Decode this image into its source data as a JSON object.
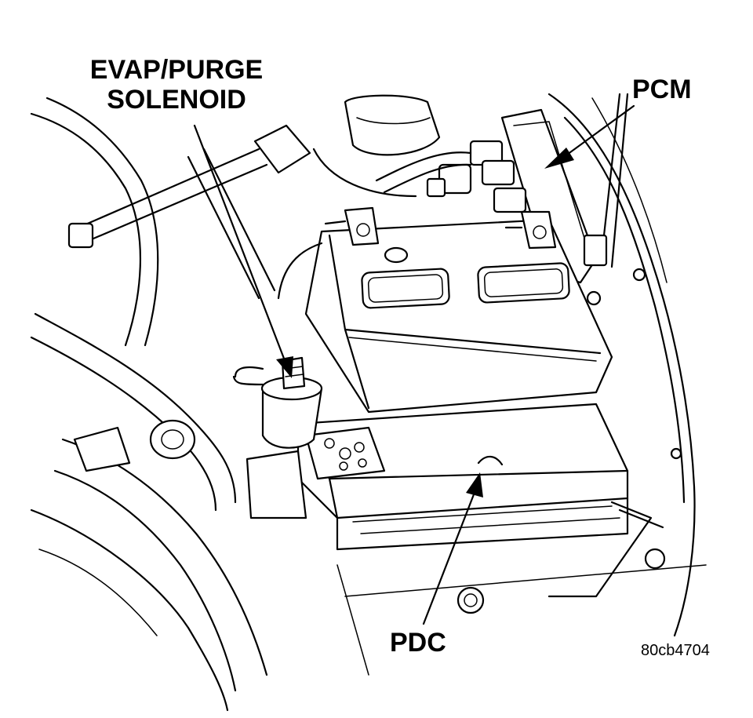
{
  "labels": {
    "evap_line1": "EVAP/PURGE",
    "evap_line2": "SOLENOID",
    "pcm": "PCM",
    "pdc": "PDC"
  },
  "figure_id": "80cb4704"
}
